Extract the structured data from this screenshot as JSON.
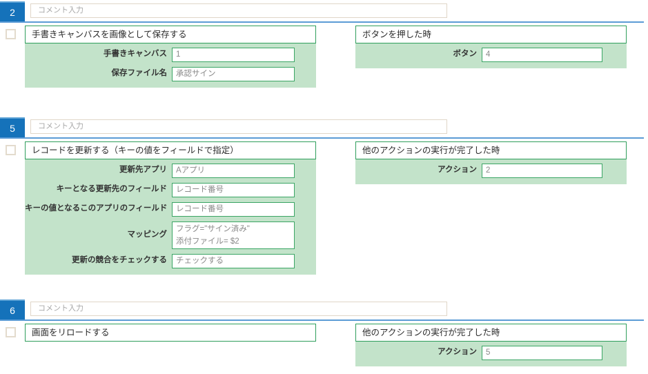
{
  "theme": {
    "badge_blue": "#1572ba",
    "rule_blue": "#5b9bd5",
    "card_green_border": "#2e9e5b",
    "card_body_green": "#c3e3ca",
    "checkbox_border": "#e3dbcd",
    "comment_border": "#e0d6c8"
  },
  "comment_placeholder": "コメント入力",
  "blocks": [
    {
      "number": "2",
      "comment_value": "",
      "action": {
        "title": "手書きキャンバスを画像として保存する",
        "fields": [
          {
            "label": "手書きキャンバス",
            "value": "1"
          },
          {
            "label": "保存ファイル名",
            "value": "承認サイン"
          }
        ]
      },
      "trigger": {
        "title": "ボタンを押した時",
        "fields": [
          {
            "label": "ボタン",
            "value": "4"
          }
        ]
      }
    },
    {
      "number": "5",
      "comment_value": "",
      "action": {
        "title": "レコードを更新する（キーの値をフィールドで指定）",
        "fields": [
          {
            "label": "更新先アプリ",
            "value": "Aアプリ"
          },
          {
            "label": "キーとなる更新先のフィールド",
            "value": "レコード番号"
          },
          {
            "label": "キーの値となるこのアプリのフィールド",
            "value": "レコード番号"
          },
          {
            "label": "マッピング",
            "value": "フラグ=\"サイン済み\"\n添付ファイル= $2"
          },
          {
            "label": "更新の競合をチェックする",
            "value": "チェックする"
          }
        ]
      },
      "trigger": {
        "title": "他のアクションの実行が完了した時",
        "fields": [
          {
            "label": "アクション",
            "value": "2"
          }
        ]
      }
    },
    {
      "number": "6",
      "comment_value": "",
      "action": {
        "title": "画面をリロードする",
        "fields": []
      },
      "trigger": {
        "title": "他のアクションの実行が完了した時",
        "fields": [
          {
            "label": "アクション",
            "value": "5"
          }
        ]
      }
    }
  ]
}
